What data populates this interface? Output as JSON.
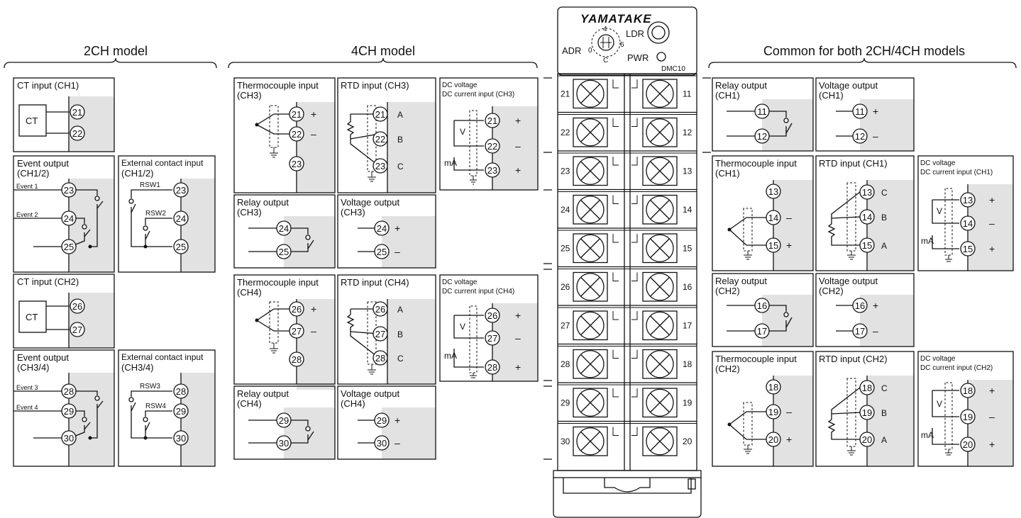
{
  "headers": {
    "model_2ch": "2CH model",
    "model_4ch": "4CH model",
    "common": "Common for both 2CH/4CH models"
  },
  "boxes": {
    "ct1": {
      "title": "CT input (CH1)",
      "device": "CT",
      "terms": [
        "21",
        "22"
      ]
    },
    "event12": {
      "title1": "Event output",
      "title2": "(CH1/2)",
      "lbl1": "Event 1",
      "lbl2": "Event 2",
      "terms": [
        "23",
        "24",
        "25"
      ]
    },
    "ext12": {
      "title1": "External contact input",
      "title2": "(CH1/2)",
      "lbl1": "RSW1",
      "lbl2": "RSW2",
      "terms": [
        "23",
        "24",
        "25"
      ]
    },
    "ct2": {
      "title": "CT input (CH2)",
      "device": "CT",
      "terms": [
        "26",
        "27"
      ]
    },
    "event34": {
      "title1": "Event output",
      "title2": "(CH3/4)",
      "lbl1": "Event 3",
      "lbl2": "Event 4",
      "terms": [
        "28",
        "29",
        "30"
      ]
    },
    "ext34": {
      "title1": "External contact input",
      "title2": "(CH3/4)",
      "lbl1": "RSW3",
      "lbl2": "RSW4",
      "terms": [
        "28",
        "29",
        "30"
      ]
    },
    "tc3": {
      "title1": "Thermocouple input",
      "title2": "(CH3)",
      "terms": [
        "21",
        "22",
        "23"
      ],
      "pol": [
        "+",
        "–"
      ]
    },
    "rtd3": {
      "title": "RTD input (CH3)",
      "terms": [
        "21",
        "22",
        "23"
      ],
      "ab": [
        "A",
        "B",
        "C"
      ]
    },
    "dc3": {
      "title1": "DC voltage",
      "title2": "DC current input (CH3)",
      "v": "V",
      "ma": "mA",
      "terms": [
        "21",
        "22",
        "23"
      ],
      "pol": [
        "+",
        "–",
        "+"
      ]
    },
    "relay3": {
      "title1": "Relay output",
      "title2": "(CH3)",
      "terms": [
        "24",
        "25"
      ]
    },
    "volt3": {
      "title1": "Voltage output",
      "title2": "(CH3)",
      "terms": [
        "24",
        "25"
      ],
      "pol": [
        "+",
        "–"
      ]
    },
    "tc4": {
      "title1": "Thermocouple input",
      "title2": "(CH4)",
      "terms": [
        "26",
        "27",
        "28"
      ],
      "pol": [
        "+",
        "–"
      ]
    },
    "rtd4": {
      "title": "RTD input (CH4)",
      "terms": [
        "26",
        "27",
        "28"
      ],
      "ab": [
        "A",
        "B",
        "C"
      ]
    },
    "dc4": {
      "title1": "DC voltage",
      "title2": "DC current input (CH4)",
      "v": "V",
      "ma": "mA",
      "terms": [
        "26",
        "27",
        "28"
      ],
      "pol": [
        "+",
        "–",
        "+"
      ]
    },
    "relay4": {
      "title1": "Relay output",
      "title2": "(CH4)",
      "terms": [
        "29",
        "30"
      ]
    },
    "volt4": {
      "title1": "Voltage output",
      "title2": "(CH4)",
      "terms": [
        "29",
        "30"
      ],
      "pol": [
        "+",
        "–"
      ]
    },
    "relay1": {
      "title1": "Relay output",
      "title2": "(CH1)",
      "terms": [
        "11",
        "12"
      ]
    },
    "volt1": {
      "title1": "Voltage output",
      "title2": "(CH1)",
      "terms": [
        "11",
        "12"
      ],
      "pol": [
        "+",
        "–"
      ]
    },
    "tc1": {
      "title1": "Thermocouple input",
      "title2": "(CH1)",
      "terms": [
        "13",
        "14",
        "15"
      ],
      "pol": [
        "–",
        "+"
      ]
    },
    "rtd1": {
      "title": "RTD input (CH1)",
      "terms": [
        "13",
        "14",
        "15"
      ],
      "ab": [
        "C",
        "B",
        "A"
      ]
    },
    "dc1": {
      "title1": "DC voltage",
      "title2": "DC current input (CH1)",
      "v": "V",
      "ma": "mA",
      "terms": [
        "13",
        "14",
        "15"
      ],
      "pol": [
        "+",
        "–",
        "+"
      ]
    },
    "relay2": {
      "title1": "Relay output",
      "title2": "(CH2)",
      "terms": [
        "16",
        "17"
      ]
    },
    "volt2": {
      "title1": "Voltage output",
      "title2": "(CH2)",
      "terms": [
        "16",
        "17"
      ],
      "pol": [
        "+",
        "–"
      ]
    },
    "tc2": {
      "title1": "Thermocouple input",
      "title2": "(CH2)",
      "terms": [
        "18",
        "19",
        "20"
      ],
      "pol": [
        "–",
        "+"
      ]
    },
    "rtd2": {
      "title": "RTD input (CH2)",
      "terms": [
        "18",
        "19",
        "20"
      ],
      "ab": [
        "C",
        "B",
        "A"
      ]
    },
    "dc2": {
      "title1": "DC voltage",
      "title2": "DC current input (CH2)",
      "v": "V",
      "ma": "mA",
      "terms": [
        "18",
        "19",
        "20"
      ],
      "pol": [
        "+",
        "–",
        "+"
      ]
    }
  },
  "device": {
    "brand": "YAMATAKE",
    "adr": "ADR",
    "dial_top": "4",
    "dial_left": "0",
    "dial_right": "6",
    "dial_bottom": "C",
    "ldr": "LDR",
    "pwr": "PWR",
    "model": "DMC10",
    "left_terms": [
      "21",
      "22",
      "23",
      "24",
      "25",
      "26",
      "27",
      "28",
      "29",
      "30"
    ],
    "right_terms": [
      "11",
      "12",
      "13",
      "14",
      "15",
      "16",
      "17",
      "18",
      "19",
      "20"
    ]
  }
}
